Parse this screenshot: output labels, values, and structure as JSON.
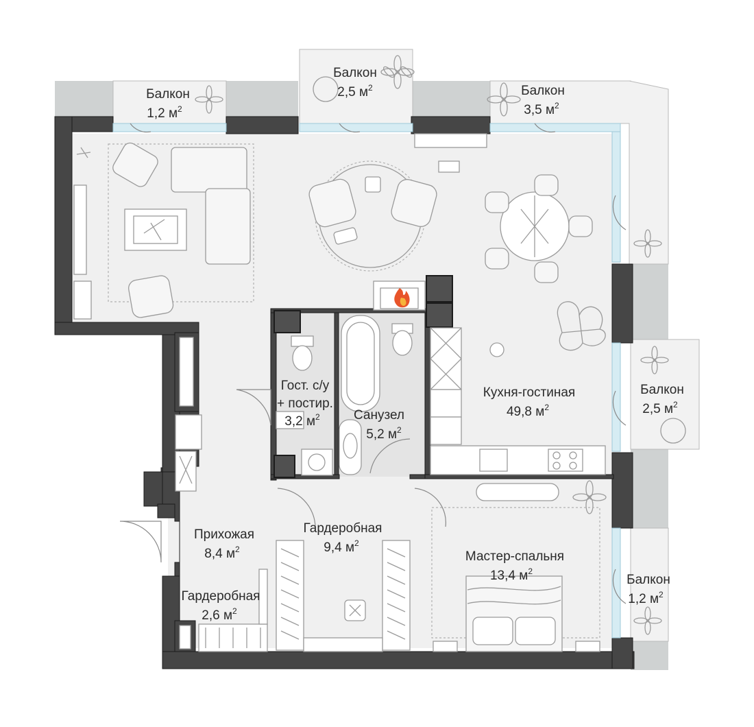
{
  "rooms": [
    {
      "id": "balcony_top_left",
      "label": "Балкон",
      "area": "1,2 м",
      "unit_sup": "2"
    },
    {
      "id": "balcony_top_center",
      "label": "Балкон",
      "area": "2,5 м",
      "unit_sup": "2"
    },
    {
      "id": "balcony_top_right",
      "label": "Балкон",
      "area": "3,5 м",
      "unit_sup": "2"
    },
    {
      "id": "balcony_right_middle",
      "label": "Балкон",
      "area": "2,5 м",
      "unit_sup": "2"
    },
    {
      "id": "balcony_right_bottom",
      "label": "Балкон",
      "area": "1,2 м",
      "unit_sup": "2"
    },
    {
      "id": "kitchen_living",
      "label": "Кухня-гостиная",
      "area": "49,8 м",
      "unit_sup": "2"
    },
    {
      "id": "guest_wc",
      "label": "Гост. с/у",
      "label2": "+ постир.",
      "area": "3,2 м",
      "unit_sup": "2"
    },
    {
      "id": "bathroom",
      "label": "Санузел",
      "area": "5,2 м",
      "unit_sup": "2"
    },
    {
      "id": "hallway",
      "label": "Прихожая",
      "area": "8,4 м",
      "unit_sup": "2"
    },
    {
      "id": "wardrobe_main",
      "label": "Гардеробная",
      "area": "9,4 м",
      "unit_sup": "2"
    },
    {
      "id": "master_bedroom",
      "label": "Мастер-спальня",
      "area": "13,4 м",
      "unit_sup": "2"
    },
    {
      "id": "wardrobe_small",
      "label": "Гардеробная",
      "area": "2,6 м",
      "unit_sup": "2"
    }
  ],
  "icons": [
    "fireplace-icon",
    "plant-icon",
    "bathtub-icon",
    "toilet-icon",
    "washing-machine-icon",
    "bed-icon",
    "sofa-icon",
    "dining-table-icon",
    "armchair-icon",
    "stove-icon",
    "sink-icon",
    "door-swing-icon"
  ],
  "colors": {
    "wall": "#464646",
    "glass": "#d6ecf3",
    "floor": "#f0f0f0",
    "exterior": "#cfd2d2",
    "fire": "#e8542a"
  }
}
